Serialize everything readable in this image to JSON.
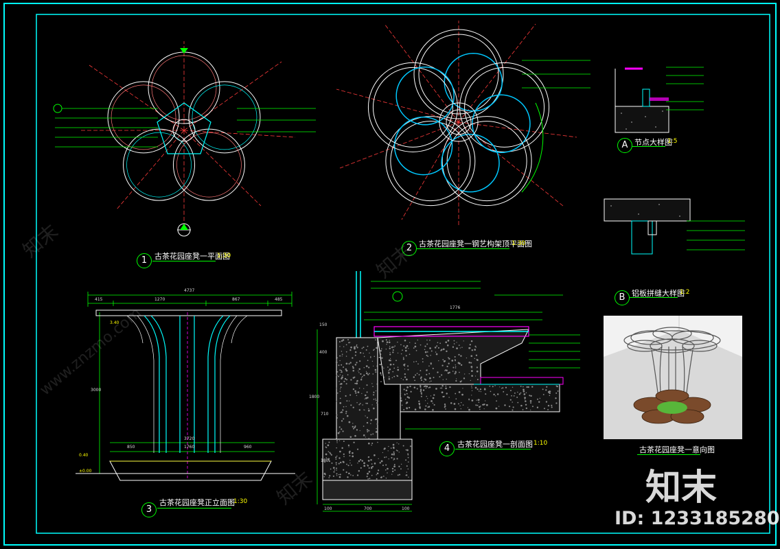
{
  "drawing": {
    "colors": {
      "frame": "#00ffff",
      "green": "#00ff00",
      "red": "#ff3b3b",
      "cyan": "#00d8ff",
      "white": "#ffffff",
      "yellow": "#ffff00",
      "magenta": "#ff00ff"
    },
    "views": [
      {
        "number": "1",
        "title": "古茶花园座凳一平面图",
        "scale": "1:30"
      },
      {
        "number": "2",
        "title": "古茶花园座凳一钢艺构架顶平面图",
        "scale": "1:30"
      },
      {
        "number": "3",
        "title": "古茶花园座凳正立面图",
        "scale": "1:30"
      },
      {
        "number": "4",
        "title": "古茶花园座凳一剖面图",
        "scale": "1:10"
      }
    ],
    "details": [
      {
        "letter": "A",
        "title": "节点大样图",
        "scale": "1:5"
      },
      {
        "letter": "B",
        "title": "铝板拼缝大样图",
        "scale": "1:2"
      }
    ],
    "perspective": {
      "title": "古茶花园座凳一意向图"
    },
    "elevation_dims": {
      "top": [
        "415",
        "1270",
        "867",
        "485"
      ],
      "total": "4737",
      "base": "3720",
      "base_parts": [
        "850",
        "1760",
        "960"
      ],
      "left_levels": [
        "±0.00",
        "0.40",
        "3.40",
        "3000"
      ]
    },
    "section_dims": {
      "top": [
        "1776"
      ],
      "bottom": [
        "100",
        "700",
        "100"
      ],
      "left": [
        "150",
        "400",
        "1800",
        "710",
        "180"
      ]
    }
  },
  "watermark": {
    "brand": "知末",
    "id": "ID: 1233185280",
    "site": "www.znzmo.com"
  }
}
